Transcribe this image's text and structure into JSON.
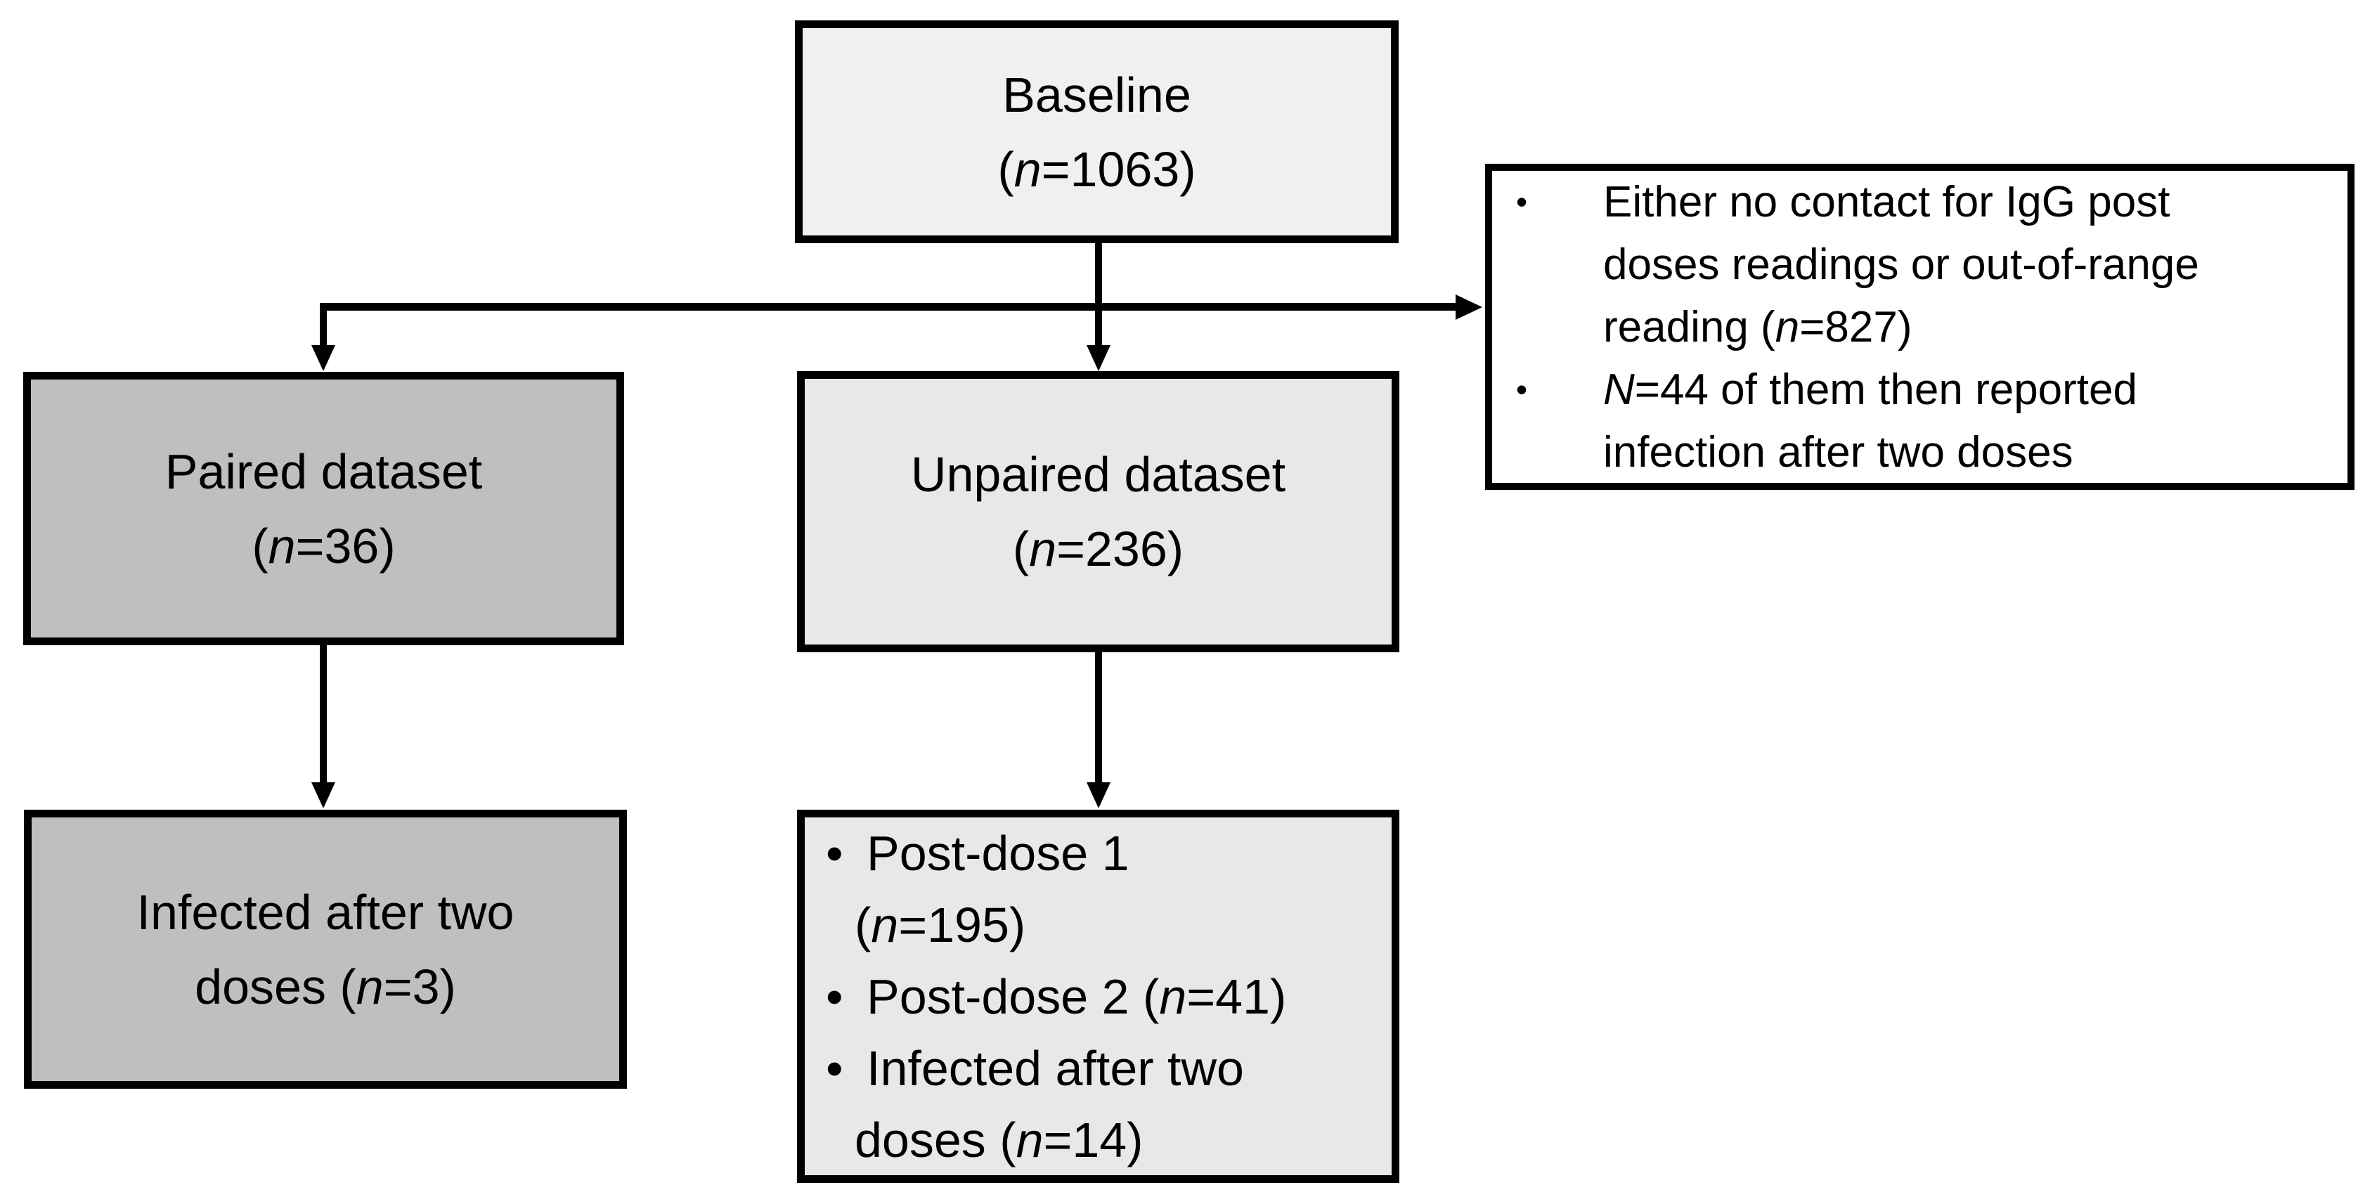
{
  "diagram": {
    "bullet_char": "•",
    "colors": {
      "background": "#ffffff",
      "border": "#000000",
      "arrow": "#000000",
      "baseline_fill": "#f0f0f0",
      "unpaired_fill": "#e8e8e8",
      "paired_fill": "#bfbfbf",
      "exclusion_fill": "#ffffff"
    },
    "boxes": {
      "baseline": {
        "lines": [
          [
            {
              "text": "Baseline"
            }
          ],
          [
            {
              "text": "("
            },
            {
              "text": "n",
              "italic": true
            },
            {
              "text": "=1063)"
            }
          ]
        ]
      },
      "paired": {
        "lines": [
          [
            {
              "text": "Paired dataset"
            }
          ],
          [
            {
              "text": "("
            },
            {
              "text": "n",
              "italic": true
            },
            {
              "text": "=36)"
            }
          ]
        ]
      },
      "unpaired": {
        "lines": [
          [
            {
              "text": "Unpaired dataset"
            }
          ],
          [
            {
              "text": "("
            },
            {
              "text": "n",
              "italic": true
            },
            {
              "text": "=236)"
            }
          ]
        ]
      },
      "infected_paired": {
        "lines": [
          [
            {
              "text": "Infected after two"
            }
          ],
          [
            {
              "text": "doses ("
            },
            {
              "text": "n",
              "italic": true
            },
            {
              "text": "=3)"
            }
          ]
        ]
      },
      "unpaired_detail": {
        "items": [
          {
            "lines": [
              [
                {
                  "text": "Post-dose 1"
                }
              ],
              [
                {
                  "text": "("
                },
                {
                  "text": "n",
                  "italic": true
                },
                {
                  "text": "=195)"
                }
              ]
            ]
          },
          {
            "lines": [
              [
                {
                  "text": "Post-dose 2 ("
                },
                {
                  "text": "n",
                  "italic": true
                },
                {
                  "text": "=41)"
                }
              ]
            ]
          },
          {
            "lines": [
              [
                {
                  "text": "Infected after two"
                }
              ],
              [
                {
                  "text": "doses ("
                },
                {
                  "text": "n",
                  "italic": true
                },
                {
                  "text": "=14)"
                }
              ]
            ]
          }
        ]
      },
      "exclusion": {
        "items": [
          {
            "lines": [
              [
                {
                  "text": "Either no contact for IgG post"
                }
              ],
              [
                {
                  "text": "doses readings or out-of-range"
                }
              ],
              [
                {
                  "text": "reading ("
                },
                {
                  "text": "n",
                  "italic": true
                },
                {
                  "text": "=827)"
                }
              ]
            ]
          },
          {
            "lines": [
              [
                {
                  "text": "N",
                  "italic": true
                },
                {
                  "text": "=44 of them then reported"
                }
              ],
              [
                {
                  "text": "infection after two doses"
                }
              ]
            ]
          }
        ]
      }
    }
  }
}
